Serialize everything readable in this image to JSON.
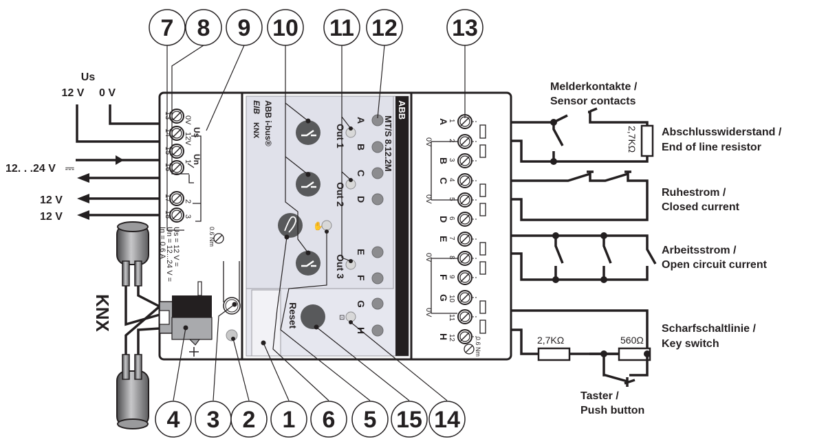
{
  "diagram": {
    "title": "MT/S 8.12.2M connection diagram",
    "device": {
      "brand": "ABB",
      "model": "MT/S 8.12.2M",
      "product_line": "ABB i-bus®",
      "logos": [
        "EIB",
        "KNX"
      ],
      "torque": "0.6 Nm",
      "ratings": [
        "Us = 12 V =",
        "Un = 12...24 V =",
        "In = 0.6 A"
      ],
      "supply_terminal_labels": {
        "us": "Us",
        "un": "Un",
        "zero_v": "0V",
        "twelve_v": "12V"
      },
      "supply_terminals": [
        "13",
        "14",
        "15",
        "16",
        "17",
        "18"
      ],
      "relay_contacts": [
        "1",
        "2",
        "3"
      ],
      "outputs": [
        "Out 1",
        "Out 2",
        "Out 3"
      ],
      "reset_label": "Reset",
      "led_inputs": [
        "A",
        "B",
        "C",
        "D",
        "E",
        "F",
        "G",
        "H"
      ],
      "input_terminals": [
        {
          "num": "1",
          "letter": "A"
        },
        {
          "num": "2",
          "letter": ""
        },
        {
          "num": "3",
          "letter": "B"
        },
        {
          "num": "4",
          "letter": "C"
        },
        {
          "num": "5",
          "letter": ""
        },
        {
          "num": "6",
          "letter": "D"
        },
        {
          "num": "7",
          "letter": "E"
        },
        {
          "num": "8",
          "letter": ""
        },
        {
          "num": "9",
          "letter": "F"
        },
        {
          "num": "10",
          "letter": "G"
        },
        {
          "num": "11",
          "letter": ""
        },
        {
          "num": "12",
          "letter": "H"
        }
      ],
      "zero_v_label": "0V"
    },
    "left_labels": {
      "us": "Us",
      "us_12v": "12 V",
      "us_0v": "0 V",
      "un_range": "12. . .24 V",
      "dc_symbol": "⎓",
      "out_12v_1": "12 V",
      "out_12v_2": "12 V",
      "knx": "KNX"
    },
    "callouts_top": [
      "7",
      "8",
      "9",
      "10",
      "11",
      "12",
      "13"
    ],
    "callouts_bottom": [
      "4",
      "3",
      "2",
      "1",
      "6",
      "5",
      "15",
      "14"
    ],
    "circuits": {
      "sensor_contacts": "Melderkontakte /\nSensor contacts",
      "sensor_contacts_line1": "Melderkontakte /",
      "sensor_contacts_line2": "Sensor contacts",
      "eol_line1": "Abschlusswiderstand /",
      "eol_line2": "End of line resistor",
      "eol_value": "2,7KΩ",
      "closed_line1": "Ruhestrom /",
      "closed_line2": "Closed current",
      "open_line1": "Arbeitsstrom /",
      "open_line2": "Open circuit current",
      "key_line1": "Scharfschaltlinie /",
      "key_line2": "Key switch",
      "key_r1": "2,7KΩ",
      "key_r2": "560Ω",
      "push_line1": "Taster /",
      "push_line2": "Push button"
    },
    "colors": {
      "ink": "#231f20",
      "panel": "#e6e7ef",
      "led": "#8c8c8f",
      "led_light": "#d8d8d8",
      "button": "#58595b",
      "knx_gray": "#a9aaad"
    }
  }
}
